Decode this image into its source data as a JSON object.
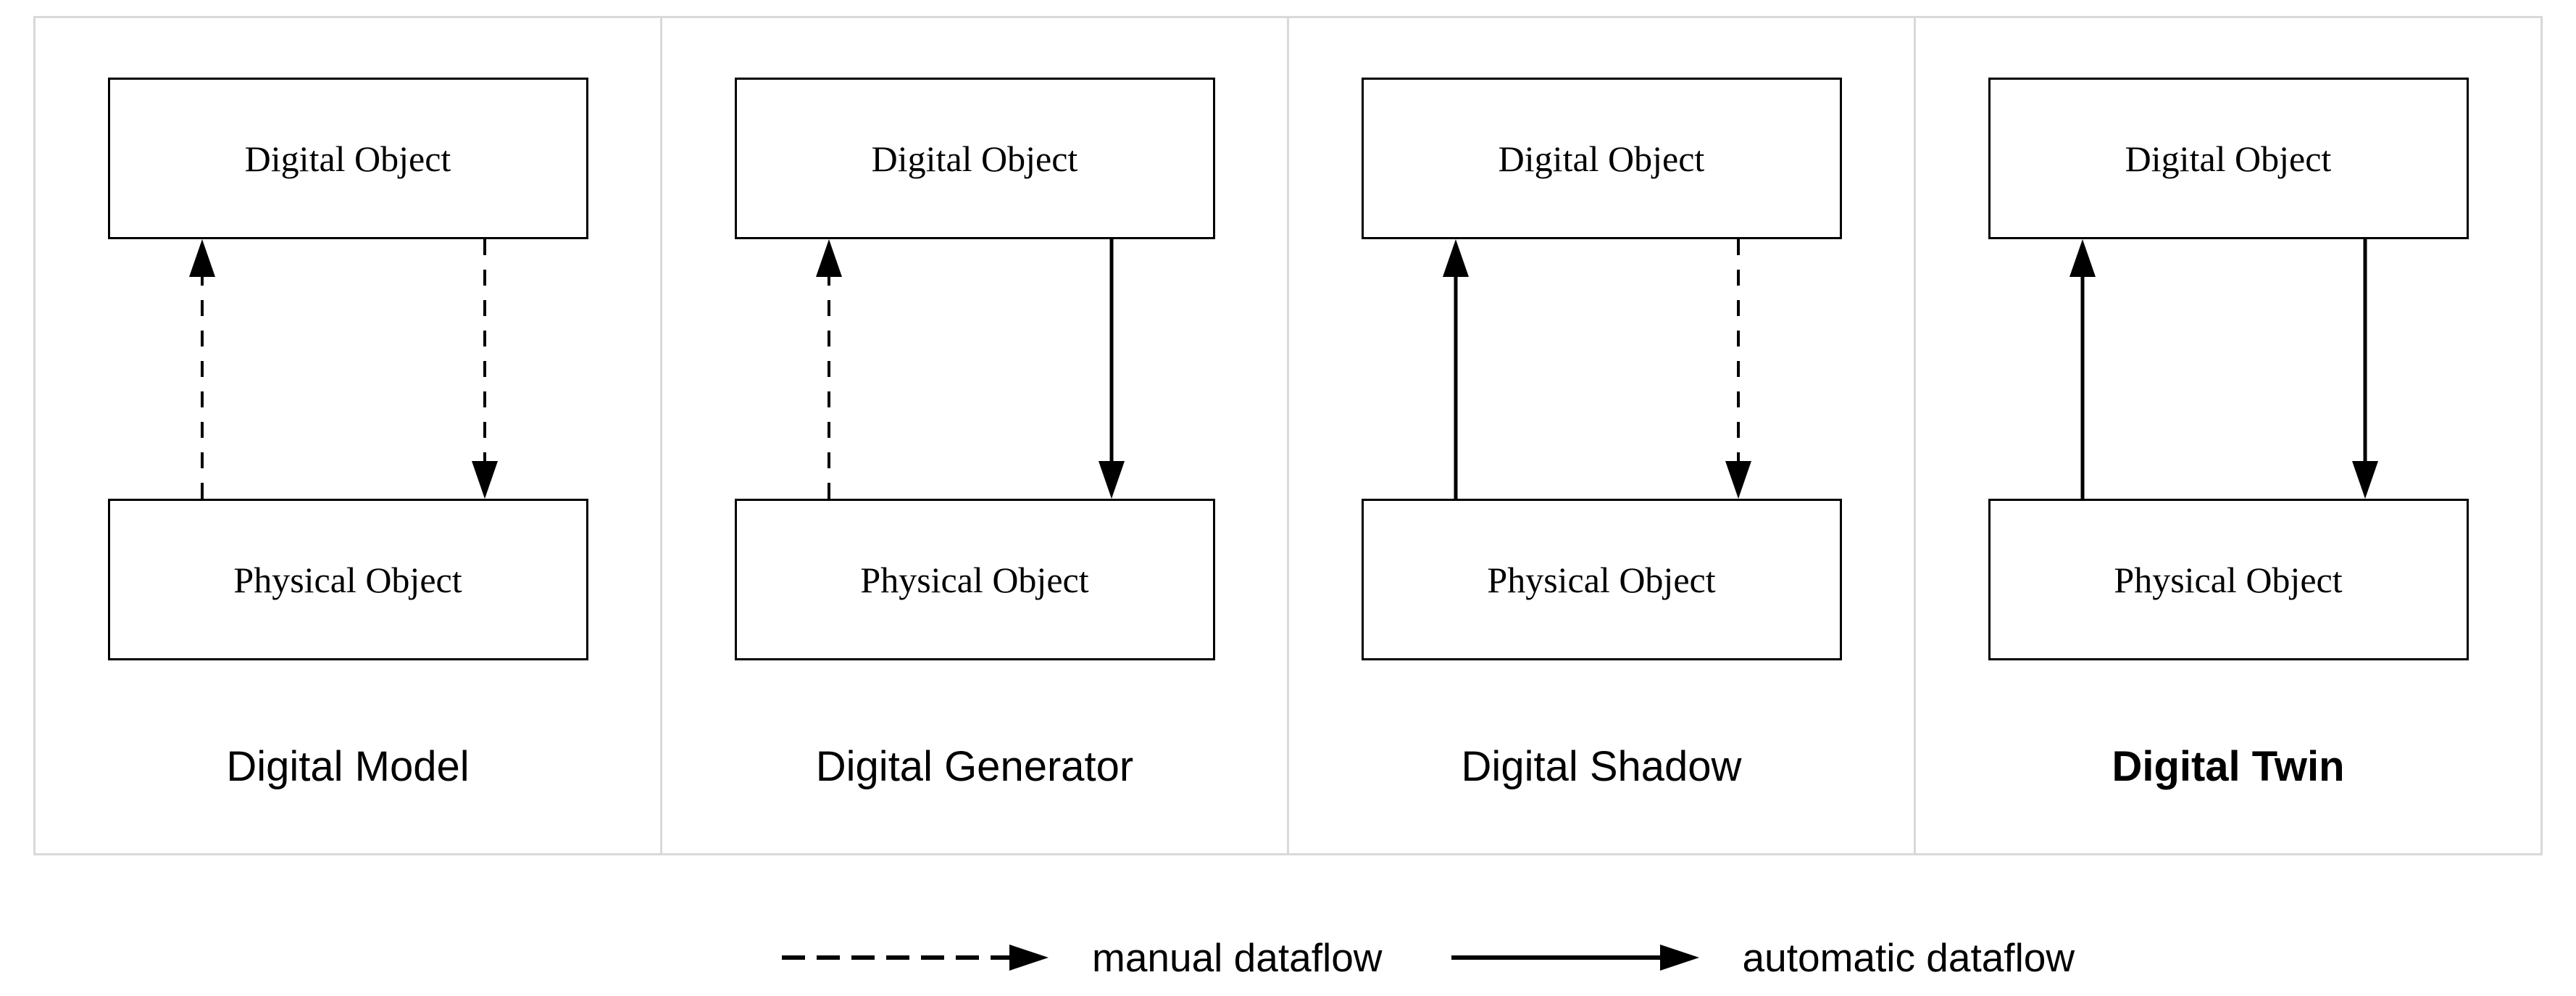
{
  "panels": [
    {
      "label": "Digital Model",
      "top_box_label": "Digital Object",
      "bottom_box_label": "Physical Object",
      "upward_flow": "manual",
      "downward_flow": "manual",
      "emphasized": false
    },
    {
      "label": "Digital Generator",
      "top_box_label": "Digital Object",
      "bottom_box_label": "Physical Object",
      "upward_flow": "manual",
      "downward_flow": "automatic",
      "emphasized": false
    },
    {
      "label": "Digital Shadow",
      "top_box_label": "Digital Object",
      "bottom_box_label": "Physical Object",
      "upward_flow": "automatic",
      "downward_flow": "manual",
      "emphasized": false
    },
    {
      "label": "Digital Twin",
      "top_box_label": "Digital Object",
      "bottom_box_label": "Physical Object",
      "upward_flow": "automatic",
      "downward_flow": "automatic",
      "emphasized": true
    }
  ],
  "legend": {
    "manual_label": "manual dataflow",
    "automatic_label": "automatic dataflow"
  },
  "colors": {
    "ink": "#000000",
    "frame_border": "#d9d9d9",
    "background": "#ffffff"
  }
}
